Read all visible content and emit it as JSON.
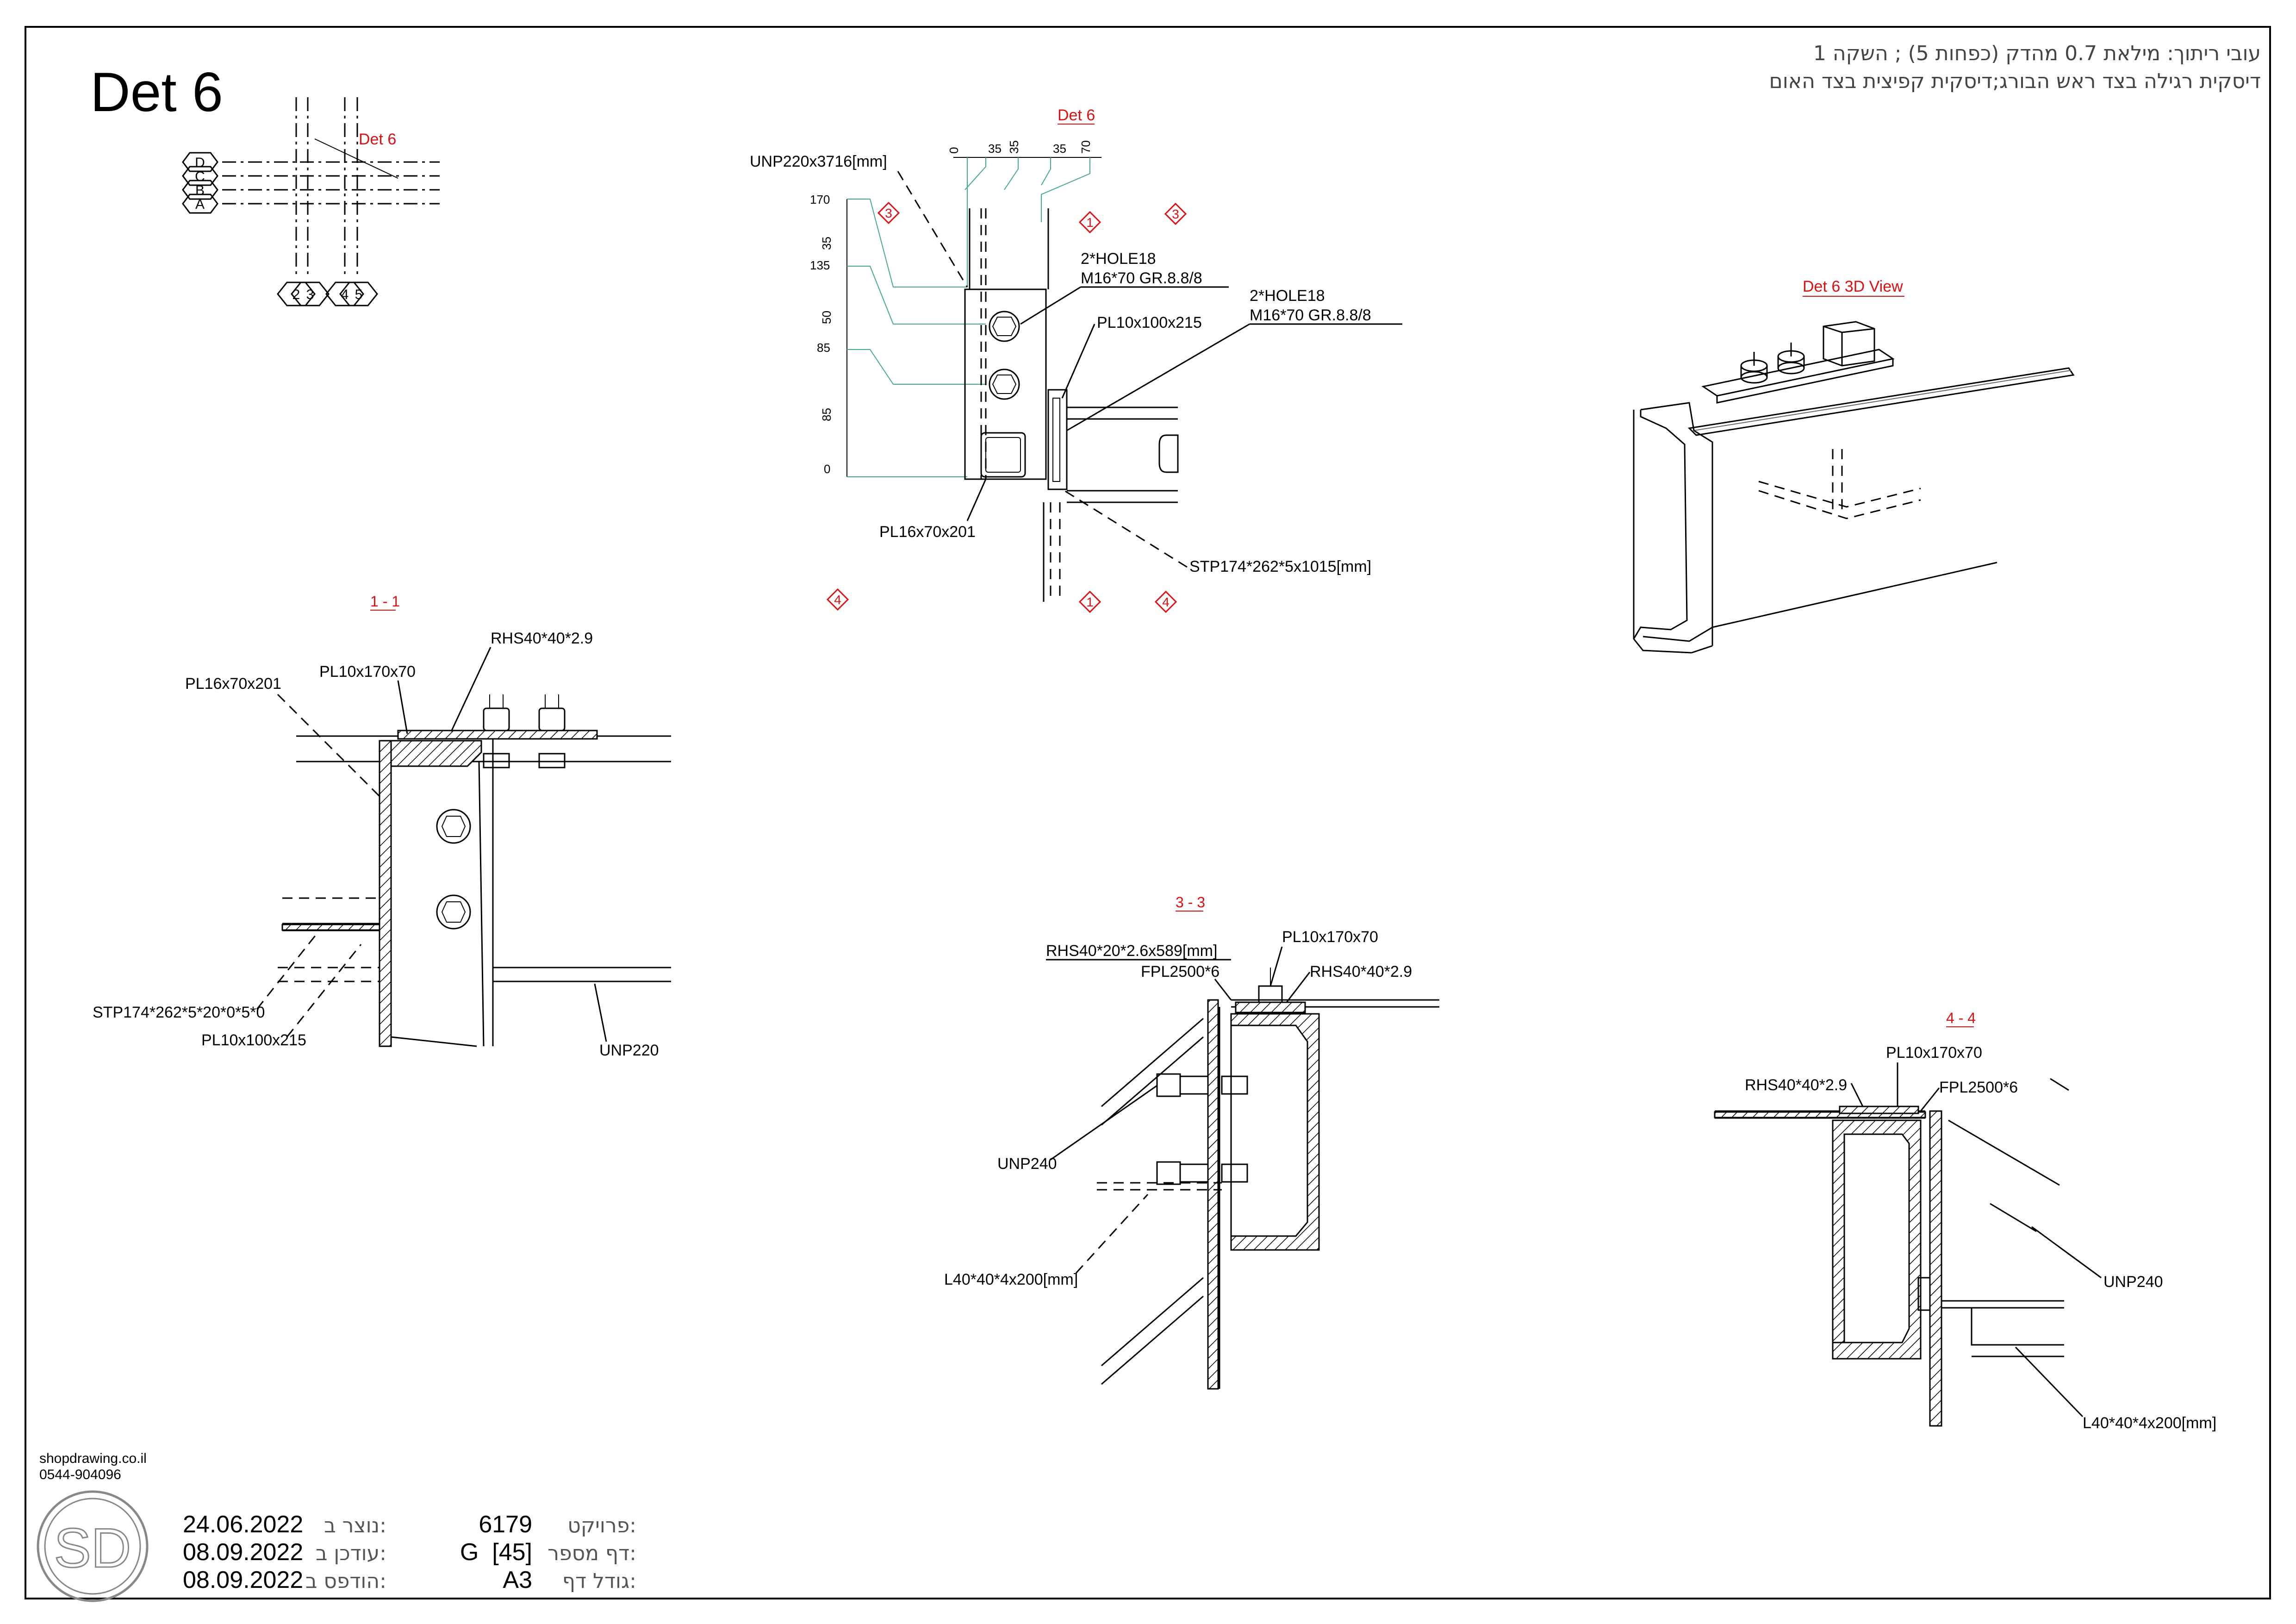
{
  "title_block": {
    "heading": "Det 6",
    "hebrew_line1": "עובי ריתוך: מילאת 0.7 מהדק (כפחות 5) ; השקה 1",
    "hebrew_line2": "דיסקית רגילה בצד ראש הבורג;דיסקית קפיצית בצד האום",
    "site": "shopdrawing.co.il",
    "phone": "0544-904096",
    "logo": "SD",
    "created_label": "נוצר ב:",
    "created_date": "24.06.2022",
    "updated_label": "עודכן ב:",
    "updated_date": "08.09.2022",
    "printed_label": "הודפס ב:",
    "printed_date": "08.09.2022",
    "project_label": "פרויקט:",
    "project_value": "6179",
    "sheet_label": "דף מספר:",
    "sheet_value": "G  [45]",
    "size_label": "גודל דף:",
    "size_value": "A3"
  },
  "key_plan": {
    "det_label": "Det 6",
    "grid_rows": [
      "D",
      "C",
      "B",
      "A"
    ],
    "grid_cols": [
      "2",
      "3",
      "4",
      "5"
    ]
  },
  "plan_view": {
    "det_label": "Det 6",
    "dims_top": [
      "0",
      "35",
      "35",
      "35",
      "70"
    ],
    "dims_left": [
      "170",
      "35",
      "135",
      "50",
      "85",
      "85",
      "0"
    ],
    "labels": {
      "unp": "UNP220x3716[mm]",
      "hole1_a": "2*HOLE18",
      "hole1_b": "M16*70 GR.8.8/8",
      "plate_side": "PL10x100x215",
      "hole2_a": "2*HOLE18",
      "hole2_b": "M16*70 GR.8.8/8",
      "plate_main": "PL16x70x201",
      "stp": "STP174*262*5x1015[mm]"
    },
    "section_marks": [
      "3",
      "1",
      "3",
      "4",
      "1",
      "4"
    ]
  },
  "view_3d": {
    "label": "Det 6 3D View"
  },
  "section_1": {
    "label": "1 - 1",
    "labels": {
      "rhs": "RHS40*40*2.9",
      "pl_top": "PL10x170x70",
      "pl_main": "PL16x70x201",
      "stp": "STP174*262*5*20*0*5*0",
      "pl_side": "PL10x100x215",
      "unp": "UNP220"
    }
  },
  "section_3": {
    "label": "3 - 3",
    "labels": {
      "pl_top": "PL10x170x70",
      "rhs_long": "RHS40*20*2.6x589[mm]",
      "fpl": "FPL2500*6",
      "rhs": "RHS40*40*2.9",
      "unp": "UNP240",
      "angle": "L40*40*4x200[mm]"
    }
  },
  "section_4": {
    "label": "4 - 4",
    "labels": {
      "pl_top": "PL10x170x70",
      "rhs": "RHS40*40*2.9",
      "fpl": "FPL2500*6",
      "unp": "UNP240",
      "angle": "L40*40*4x200[mm]"
    }
  },
  "colors": {
    "accent": "#d11111",
    "line": "#000000"
  }
}
